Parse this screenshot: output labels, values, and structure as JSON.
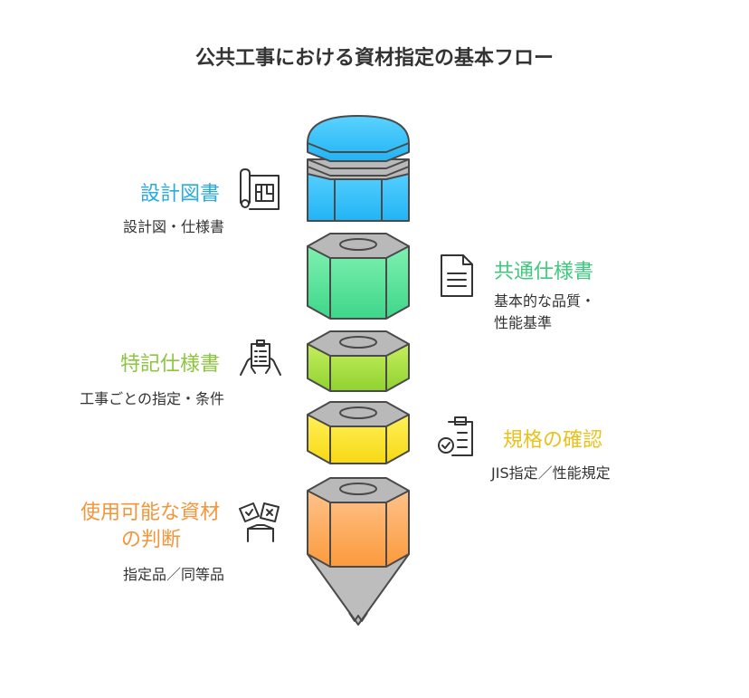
{
  "title": "公共工事における資材指定の基本フロー",
  "steps": [
    {
      "label": "設計図書",
      "desc": "設計図・仕様書",
      "color": "#29abe2",
      "icon": "blueprint-icon"
    },
    {
      "label": "共通仕様書",
      "desc_lines": [
        "基本的な品質・",
        "性能基準"
      ],
      "color": "#3fc97e",
      "icon": "document-icon"
    },
    {
      "label": "特記仕様書",
      "desc": "工事ごとの指定・条件",
      "color": "#8cc63f",
      "icon": "hand-holding-list-icon"
    },
    {
      "label": "規格の確認",
      "desc": "JIS指定／性能規定",
      "color": "#e8c21c",
      "icon": "checklist-icon"
    },
    {
      "label_lines": [
        "使用可能な資材",
        "の判断"
      ],
      "desc": "指定品／同等品",
      "color": "#f5953b",
      "icon": "decision-cards-icon"
    }
  ]
}
